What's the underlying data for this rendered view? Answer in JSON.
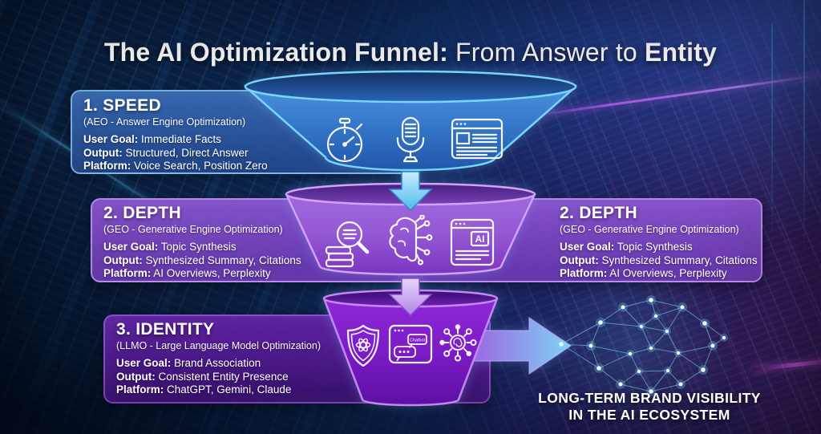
{
  "title": {
    "part1": "The AI Optimization Funnel:",
    "part2": " From Answer to ",
    "part3": "Entity"
  },
  "stages": [
    {
      "heading": "1. SPEED",
      "subtitle": "(AEO - Answer Engine Optimization)",
      "fields": [
        {
          "label": "User Goal:",
          "value": "Immediate Facts"
        },
        {
          "label": "Output:",
          "value": "Structured, Direct Answer"
        },
        {
          "label": "Platform:",
          "value": "Voice Search, Position Zero"
        }
      ]
    },
    {
      "heading": "2. DEPTH",
      "subtitle": "(GEO - Generative Engine Optimization)",
      "fields": [
        {
          "label": "User Goal:",
          "value": "Topic Synthesis"
        },
        {
          "label": "Output:",
          "value": "Synthesized Summary, Citations"
        },
        {
          "label": "Platform:",
          "value": "AI Overviews, Perplexity"
        }
      ]
    },
    {
      "heading": "3. IDENTITY",
      "subtitle": "(LLMO - Large Language Model Optimization)",
      "fields": [
        {
          "label": "User Goal:",
          "value": "Brand Association"
        },
        {
          "label": "Output:",
          "value": "Consistent Entity Presence"
        },
        {
          "label": "Platform:",
          "value": "ChatGPT, Gemini, Claude"
        }
      ]
    }
  ],
  "funnel": {
    "ai_badge": "AI",
    "chatbot_badge": "Chatbot"
  },
  "outcome": {
    "line1": "LONG-TERM BRAND VISIBILITY",
    "line2": "IN THE AI ECOSYSTEM"
  },
  "stage_icons": {
    "speed": [
      "stopwatch-icon",
      "microphone-icon",
      "serp-browser-icon"
    ],
    "depth": [
      "research-search-icon",
      "brain-circuit-icon",
      "ai-browser-icon"
    ],
    "identity": [
      "ai-shield-icon",
      "chatbot-window-icon",
      "entity-network-icon"
    ]
  },
  "colors": {
    "background_navy": "#0b1c3e",
    "stage1_blue": "#2e6fc0",
    "stage2_purple": "#8a4fd0",
    "stage3_purple": "#7a1cc4",
    "funnel_stroke_cyan": "#72d6f8",
    "funnel_stroke_lavender": "#d2a2f8",
    "network_glow_cyan": "#8ee6ff",
    "beam_magenta": "#e35de8"
  }
}
